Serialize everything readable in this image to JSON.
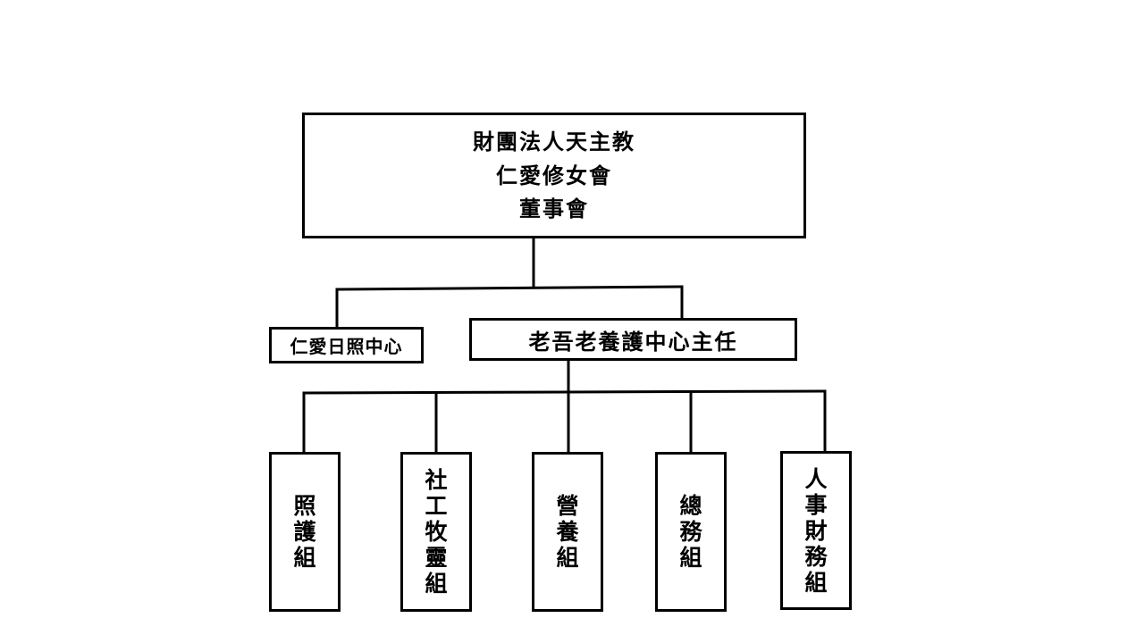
{
  "org_chart": {
    "board": {
      "lines": [
        "財團法人天主教",
        "仁愛修女會",
        "董事會"
      ]
    },
    "daycare_center": "仁愛日照中心",
    "director": "老吾老養護中心主任",
    "departments": [
      {
        "label": "照護組"
      },
      {
        "label": "社工牧靈組"
      },
      {
        "label": "營養組"
      },
      {
        "label": "總務組"
      },
      {
        "label": "人事財務組"
      }
    ]
  },
  "colors": {
    "line": "#000000",
    "box_fill": "#ffffff",
    "background": "#ffffff"
  }
}
